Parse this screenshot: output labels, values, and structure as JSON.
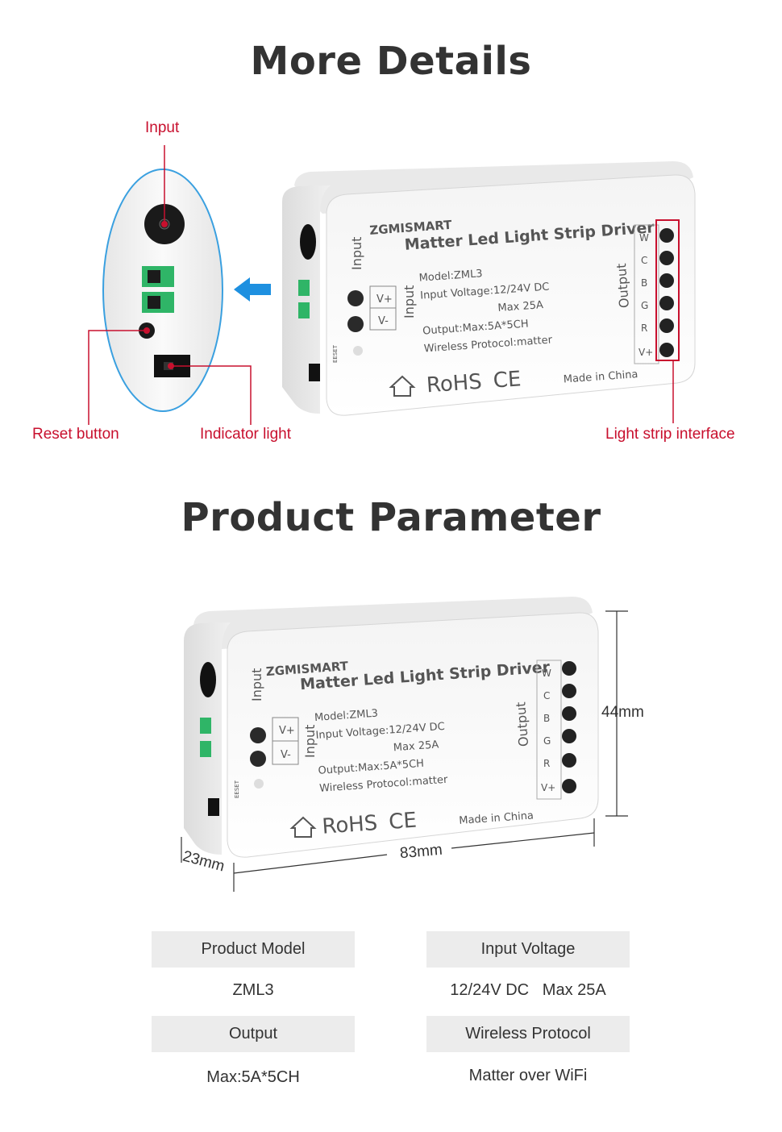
{
  "details": {
    "title": "More Details",
    "labels": {
      "input": "Input",
      "reset_button": "Reset button",
      "indicator_light": "Indicator light",
      "light_strip_interface": "Light strip interface"
    }
  },
  "device": {
    "brand": "ZGMISMART",
    "name": "Matter Led Light Strip Driver",
    "model": "Model:ZML3",
    "input_voltage": "Input Voltage:12/24V DC",
    "max": "Max 25A",
    "output": "Output:Max:5A*5CH",
    "protocol": "Wireless Protocol:matter",
    "input_label": "Input",
    "output_label": "Output",
    "vplus": "V+",
    "vminus": "V-",
    "channels": [
      "W",
      "C",
      "B",
      "G",
      "R",
      "V+"
    ],
    "made_in": "Made in China",
    "rohs": "RoHS",
    "ce": "CE",
    "reset": "EESET"
  },
  "parameter": {
    "title": "Product Parameter",
    "dim_height": "44mm",
    "dim_width": "83mm",
    "dim_depth": "23mm",
    "table": [
      {
        "head": "Product Model",
        "value": "ZML3"
      },
      {
        "head": "Input Voltage",
        "value": "12/24V DC   Max 25A"
      },
      {
        "head": "Output",
        "value": "Max:5A*5CH"
      },
      {
        "head": "Wireless Protocol",
        "value": "Matter over WiFi"
      }
    ]
  },
  "colors": {
    "accent": "#c8102e",
    "arrow": "#1e90e0",
    "oval": "#3aa0e0",
    "header_bg": "#ececec"
  }
}
